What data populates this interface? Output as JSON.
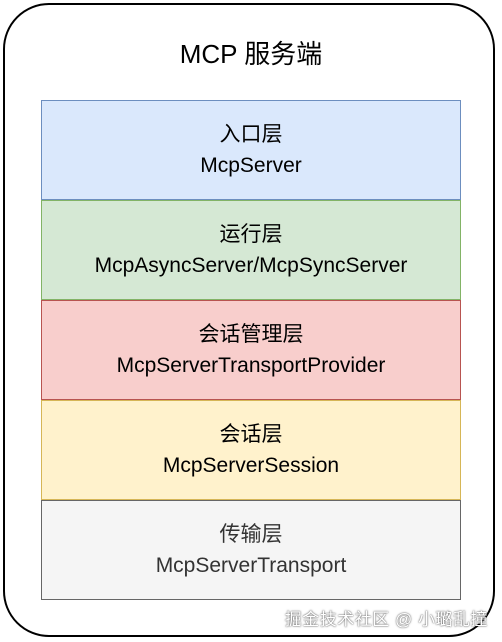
{
  "title": "MCP 服务端",
  "layers": [
    {
      "name": "入口层",
      "class": "McpServer",
      "fill": "#dae8fc",
      "stroke": "#6c8ebf"
    },
    {
      "name": "运行层",
      "class": "McpAsyncServer/McpSyncServer",
      "fill": "#d5e8d4",
      "stroke": "#82b366"
    },
    {
      "name": "会话管理层",
      "class": "McpServerTransportProvider",
      "fill": "#f8cecc",
      "stroke": "#b85450"
    },
    {
      "name": "会话层",
      "class": "McpServerSession",
      "fill": "#fff2cc",
      "stroke": "#d6b656"
    },
    {
      "name": "传输层",
      "class": "McpServerTransport",
      "fill": "#f5f5f5",
      "stroke": "#666666",
      "text_color": "#333333"
    }
  ],
  "watermark": "掘金技术社区 @ 小璐乱撞"
}
